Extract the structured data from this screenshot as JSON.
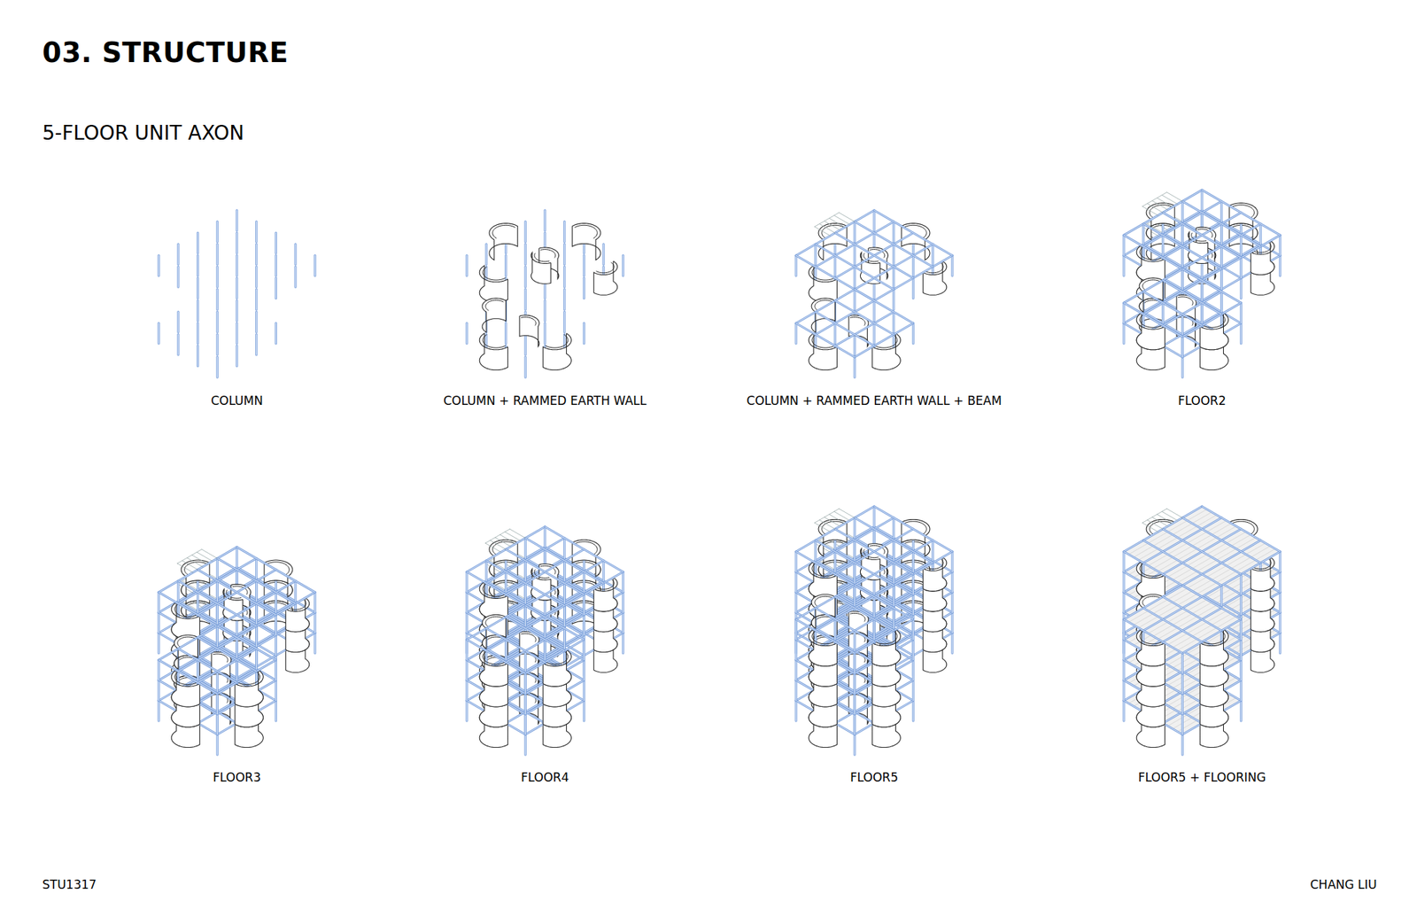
{
  "diagram": {
    "title": "03. STRUCTURE",
    "labels": [
      "5-FLOOR UNIT AXON",
      "COLUMN",
      "COLUMN + RAMMED EARTH WALL",
      "COLUMN + RAMMED EARTH WALL + BEAM",
      "FLOOR2",
      "FLOOR3",
      "FLOOR4",
      "FLOOR5",
      "FLOOR5 + FLOORING",
      "STU1317",
      "CHANG LIU"
    ]
  }
}
